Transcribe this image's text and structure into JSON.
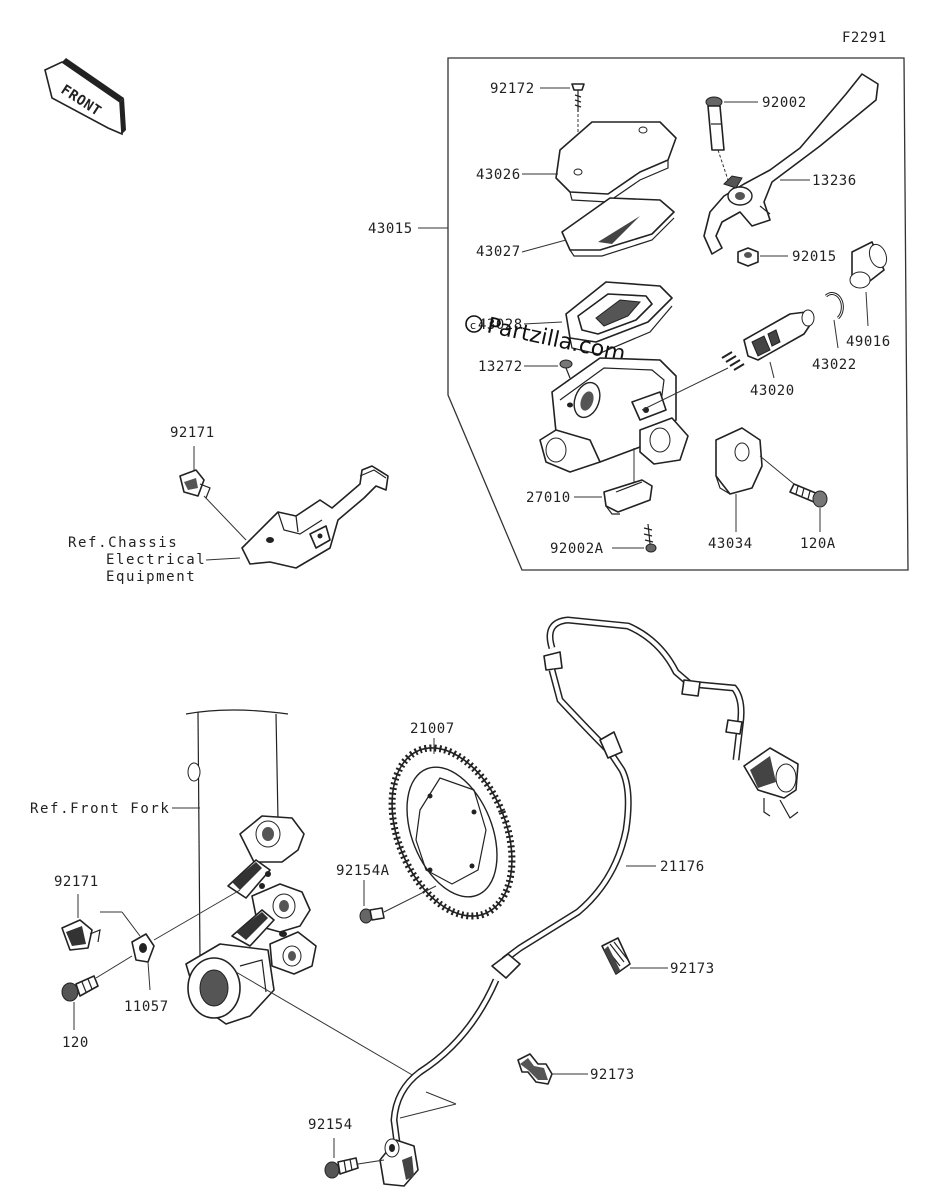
{
  "figure_code": "F2291",
  "front_badge": "FRONT",
  "watermark": "Partzilla.com",
  "labels": {
    "p92172": "92172",
    "p92002": "92002",
    "p43026": "43026",
    "p13236": "13236",
    "p43015": "43015",
    "p43027": "43027",
    "p92015": "92015",
    "p43028": "43028",
    "p49016": "49016",
    "p43022": "43022",
    "p13272": "13272",
    "p43020": "43020",
    "p27010": "27010",
    "p92002a": "92002A",
    "p43034": "43034",
    "p120a": "120A",
    "p92171_top": "92171",
    "p21007": "21007",
    "p92154a": "92154A",
    "p21176": "21176",
    "p92171_bottom": "92171",
    "p11057": "11057",
    "p120": "120",
    "p92173_a": "92173",
    "p92173_b": "92173",
    "p92154": "92154"
  },
  "refs": {
    "chassis_line1": "Ref.Chassis",
    "chassis_line2": "Electrical",
    "chassis_line3": "Equipment",
    "front_fork": "Ref.Front Fork"
  }
}
